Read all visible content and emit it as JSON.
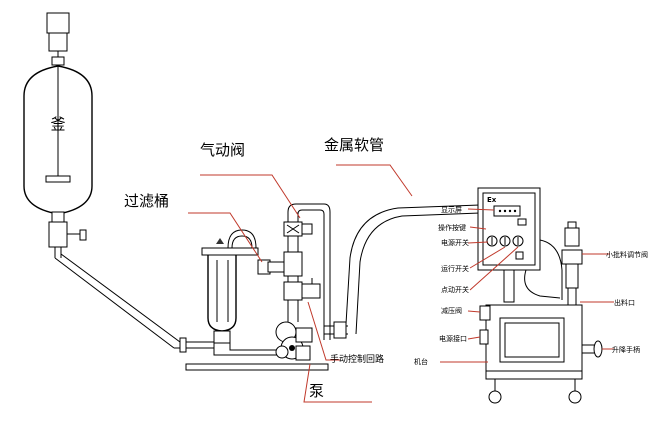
{
  "labels": {
    "reactor": "釜",
    "filter_bucket": "过滤桶",
    "pneumatic_valve": "气动阀",
    "metal_hose": "金属软管",
    "pump": "泵",
    "manual_loop": "手动控制回路"
  },
  "panel": {
    "logo": "Ex",
    "callouts_left": [
      "显示屏",
      "操作按键",
      "电源开关",
      "运行开关",
      "点动开关",
      "减压阀",
      "电源接口",
      "机台"
    ],
    "callouts_right": [
      "小批料调节阀",
      "出料口",
      "升降手柄"
    ]
  }
}
